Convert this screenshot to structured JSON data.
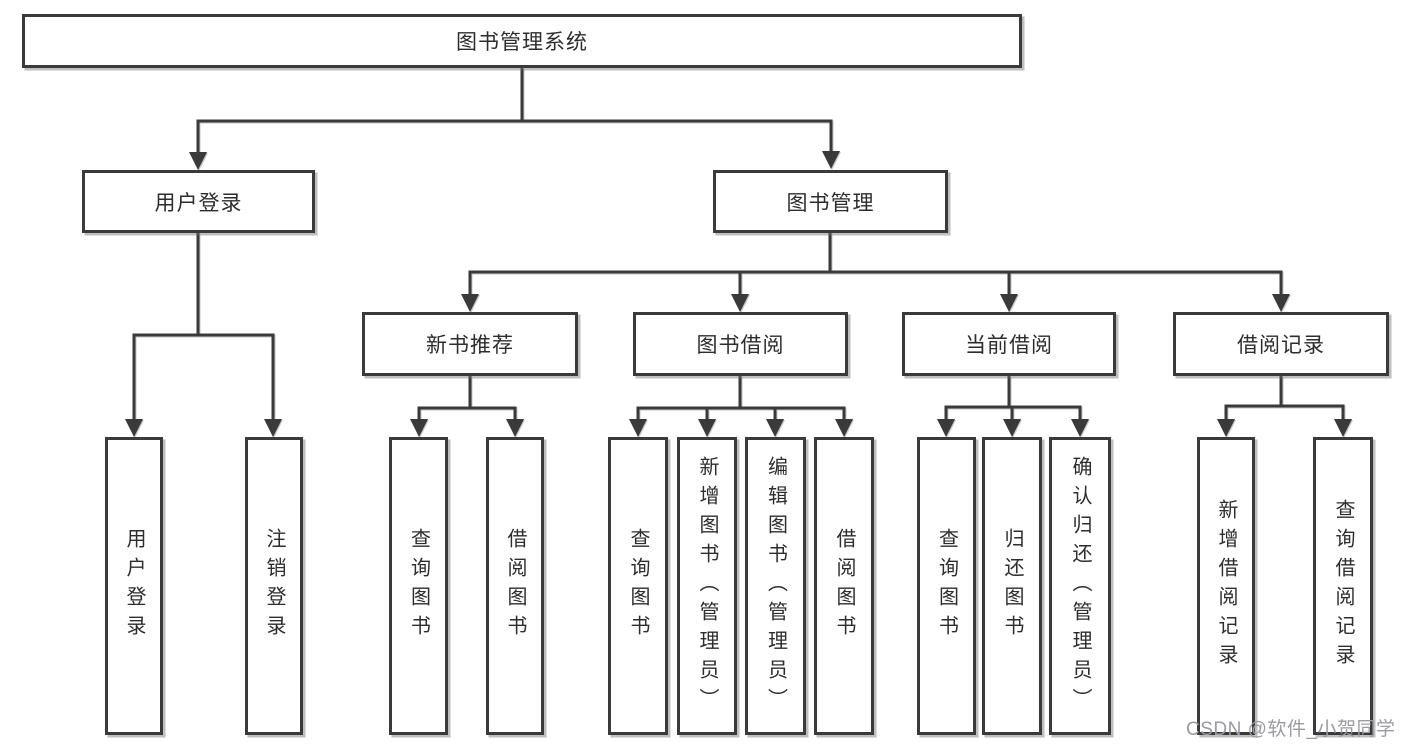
{
  "diagram": {
    "type": "hierarchy",
    "tree": {
      "label": "图书管理系统",
      "children": [
        {
          "label": "用户登录",
          "children": [
            {
              "label": "用户登录"
            },
            {
              "label": "注销登录"
            }
          ]
        },
        {
          "label": "图书管理",
          "children": [
            {
              "label": "新书推荐",
              "children": [
                {
                  "label": "查询图书"
                },
                {
                  "label": "借阅图书"
                }
              ]
            },
            {
              "label": "图书借阅",
              "children": [
                {
                  "label": "查询图书"
                },
                {
                  "label": "新增图书（管理员）"
                },
                {
                  "label": "编辑图书（管理员）"
                },
                {
                  "label": "借阅图书"
                }
              ]
            },
            {
              "label": "当前借阅",
              "children": [
                {
                  "label": "查询图书"
                },
                {
                  "label": "归还图书"
                },
                {
                  "label": "确认归还（管理员）"
                }
              ]
            },
            {
              "label": "借阅记录",
              "children": [
                {
                  "label": "新增借阅记录"
                },
                {
                  "label": "查询借阅记录"
                }
              ]
            }
          ]
        }
      ]
    },
    "colors": {
      "line": "#3a3a3a",
      "box_border": "#3a3a3a",
      "text": "#2d2d2d",
      "background": "#ffffff"
    }
  },
  "watermark": {
    "text": "CSDN @软件_小贺同学",
    "color": "#9b9ba1"
  }
}
